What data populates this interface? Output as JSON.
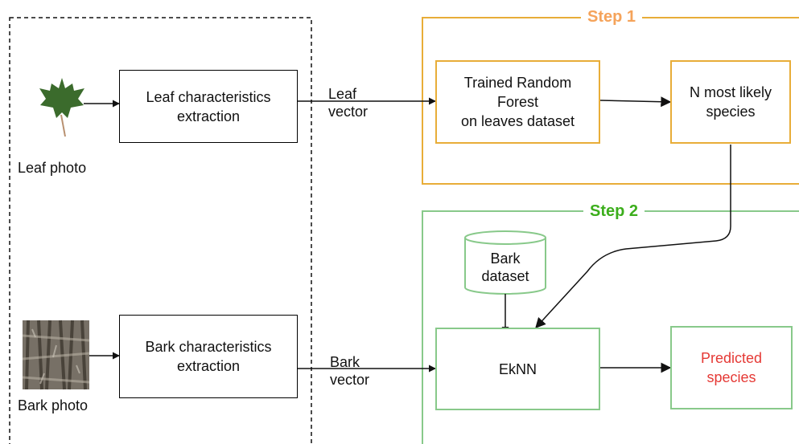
{
  "colors": {
    "step1": "#e8ad38",
    "step2": "#88c98a",
    "step1_title": "#f5a35a",
    "step2_title": "#3cae1c",
    "predicted": "#e53935"
  },
  "inputs": {
    "leaf_photo_label": "Leaf photo",
    "bark_photo_label": "Bark photo"
  },
  "extraction": {
    "leaf": "Leaf characteristics\nextraction",
    "bark": "Bark characteristics\nextraction"
  },
  "vectors": {
    "leaf": "Leaf\nvector",
    "bark": "Bark\nvector"
  },
  "step1": {
    "title": "Step 1",
    "model": "Trained Random\nForest\non leaves dataset",
    "output": "N most likely\nspecies"
  },
  "step2": {
    "title": "Step 2",
    "dataset": "Bark\ndataset",
    "classifier": "EkNN",
    "output": "Predicted\nspecies"
  }
}
